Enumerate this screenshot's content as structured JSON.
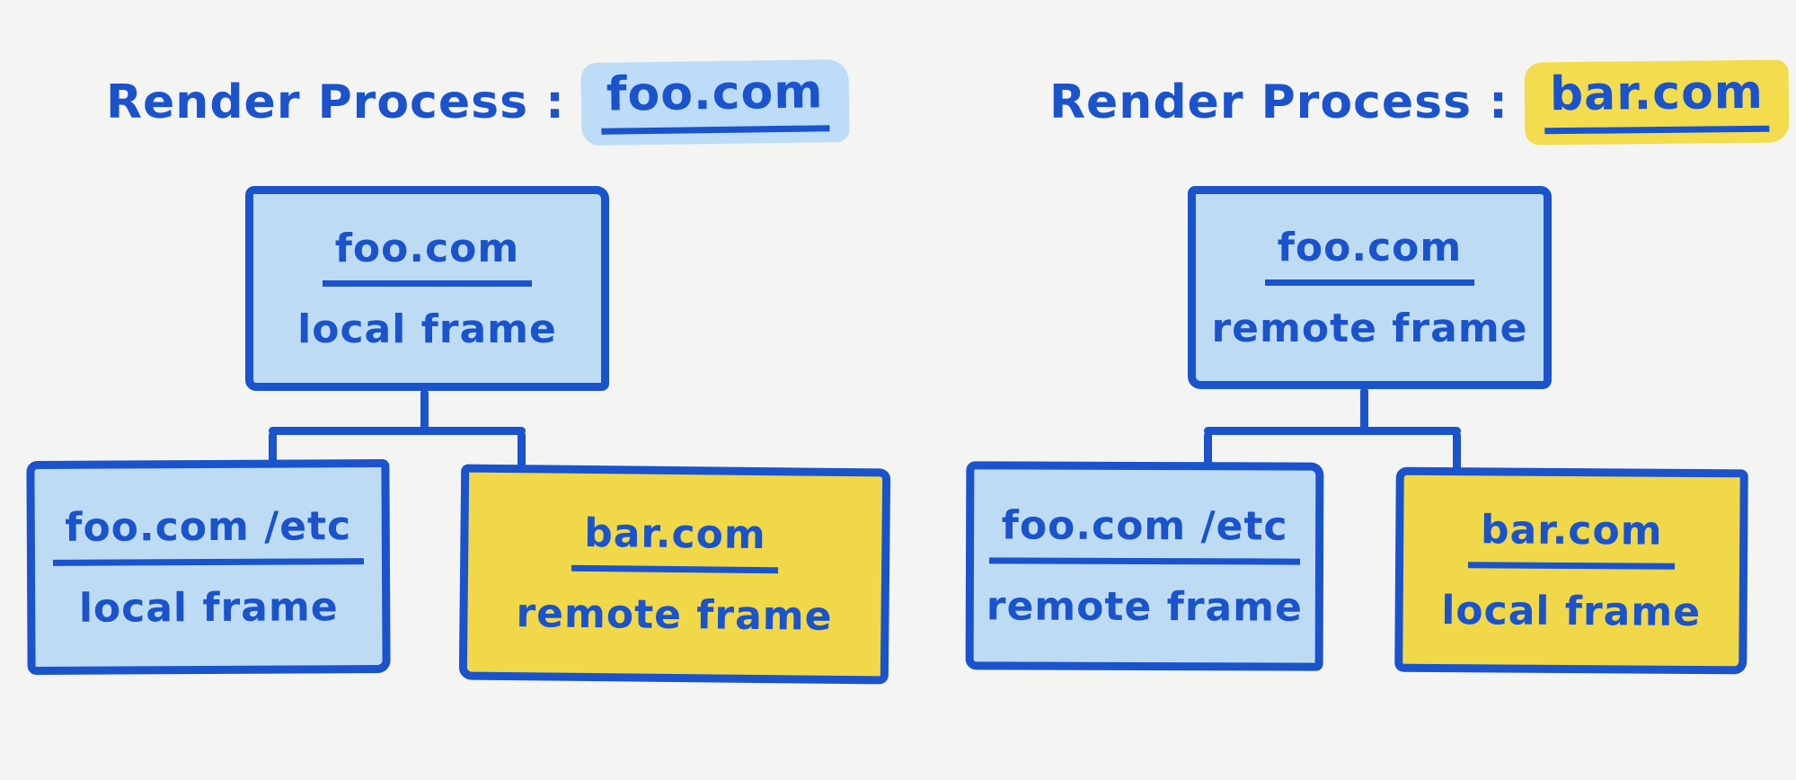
{
  "colors": {
    "bg": "#f4f4f2",
    "ink": "#1a53cc",
    "blue_fill": "#bddcf4",
    "yellow_fill": "#f0d848",
    "blue_hl": "#bcdcf7",
    "yellow_hl": "#f3dc4e"
  },
  "trees": [
    {
      "title_prefix": "Render Process :",
      "title_domain": "foo.com",
      "root": {
        "url": "foo.com",
        "type": "local frame"
      },
      "children": [
        {
          "url": "foo.com /etc",
          "type": "local frame"
        },
        {
          "url": "bar.com",
          "type": "remote frame"
        }
      ]
    },
    {
      "title_prefix": "Render Process :",
      "title_domain": "bar.com",
      "root": {
        "url": "foo.com",
        "type": "remote frame"
      },
      "children": [
        {
          "url": "foo.com /etc",
          "type": "remote frame"
        },
        {
          "url": "bar.com",
          "type": "local frame"
        }
      ]
    }
  ]
}
